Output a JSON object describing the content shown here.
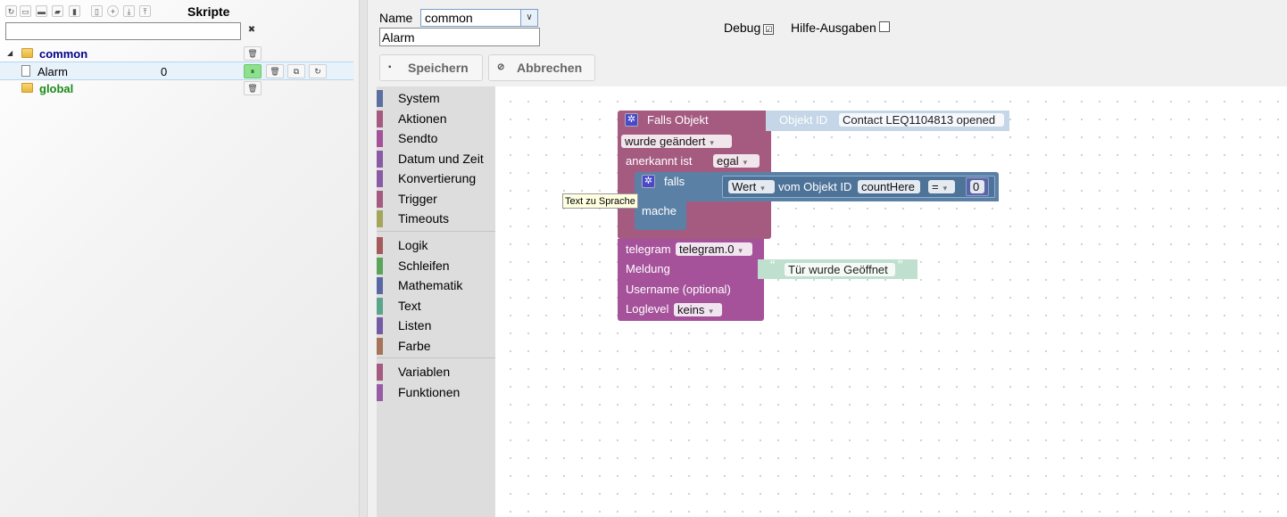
{
  "left_panel": {
    "title": "Skripte",
    "filter_value": "",
    "filter_clear": "✖",
    "toolbar_icons": [
      "refresh-icon",
      "collapse-icon",
      "folder-icon",
      "folder-open-icon",
      "book-icon",
      "new-file-icon",
      "add-icon",
      "import-icon",
      "export-icon"
    ],
    "tree": [
      {
        "type": "folder",
        "label": "common",
        "color": "#00008b",
        "expanded": true,
        "expander": "◢",
        "buttons": [
          "🗑"
        ]
      },
      {
        "type": "script",
        "label": "Alarm",
        "count": "0",
        "selected": true,
        "buttons": [
          "⏸",
          "🗑",
          "⧉",
          "↻"
        ]
      },
      {
        "type": "folder",
        "label": "global",
        "color": "#1a8a1a",
        "expanded": false,
        "expander": "",
        "buttons": [
          "🗑"
        ]
      }
    ]
  },
  "header": {
    "name_label": "Name",
    "folder_select": "common",
    "folder_select_arrow": "∨",
    "script_name": "Alarm",
    "debug_label": "Debug",
    "debug_checked": "☑",
    "hilfe_label": "Hilfe-Ausgaben",
    "hilfe_checked": "",
    "save_label": "Speichern",
    "save_icon": "▪",
    "cancel_label": "Abbrechen",
    "cancel_icon": "⊘"
  },
  "toolbox": {
    "categories": [
      {
        "label": "System",
        "color": "#5b6fa0"
      },
      {
        "label": "Aktionen",
        "color": "#a55b80"
      },
      {
        "label": "Sendto",
        "color": "#a5529a"
      },
      {
        "label": "Datum und Zeit",
        "color": "#8a5ba5"
      },
      {
        "label": "Konvertierung",
        "color": "#8a5ba5"
      },
      {
        "label": "Trigger",
        "color": "#a55b80"
      },
      {
        "label": "Timeouts",
        "color": "#a5a55b"
      },
      {
        "label": "Logik",
        "color": "#a55b5b"
      },
      {
        "label": "Schleifen",
        "color": "#5ba55b"
      },
      {
        "label": "Mathematik",
        "color": "#5b67a5"
      },
      {
        "label": "Text",
        "color": "#5ba58c"
      },
      {
        "label": "Listen",
        "color": "#745ba5"
      },
      {
        "label": "Farbe",
        "color": "#a5745b"
      },
      {
        "label": "Variablen",
        "color": "#a55b80"
      },
      {
        "label": "Funktionen",
        "color": "#995ba5"
      }
    ]
  },
  "workspace": {
    "trigger": {
      "title": "Falls Objekt",
      "objekt_id_label": "Objekt ID",
      "objekt_id_value": "Contact LEQ1104813 opened",
      "change_dropdown": "wurde geändert",
      "ack_label": "anerkannt ist",
      "ack_dropdown": "egal"
    },
    "if_block": {
      "falls_label": "falls",
      "mache_label": "mache",
      "wert_dropdown": "Wert",
      "vom_objekt_label": "vom Objekt ID",
      "object_field": "countHere",
      "operator_dropdown": "=",
      "number_value": "0"
    },
    "telegram": {
      "label": "telegram",
      "instance_dropdown": "telegram.0",
      "meldung_label": "Meldung",
      "message_open_quote": "“",
      "message_text": "Tür wurde Geöffnet",
      "message_close_quote": "”",
      "username_label": "Username (optional)",
      "loglevel_label": "Loglevel",
      "loglevel_dropdown": "keins"
    },
    "tooltip": "Text zu Sprache"
  }
}
